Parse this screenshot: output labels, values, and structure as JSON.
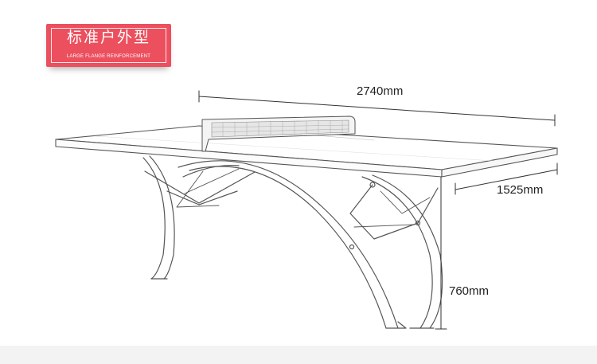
{
  "badge": {
    "title": "标准户外型",
    "subtitle": "LARGE FLANGE REINFORCEMENT"
  },
  "dimensions": {
    "length": "2740mm",
    "width": "1525mm",
    "height": "760mm"
  },
  "colors": {
    "badge_bg": "#ec4f5d",
    "sketch_line": "#555555",
    "background": "#ffffff",
    "bottom_band": "#f3f3f3"
  }
}
